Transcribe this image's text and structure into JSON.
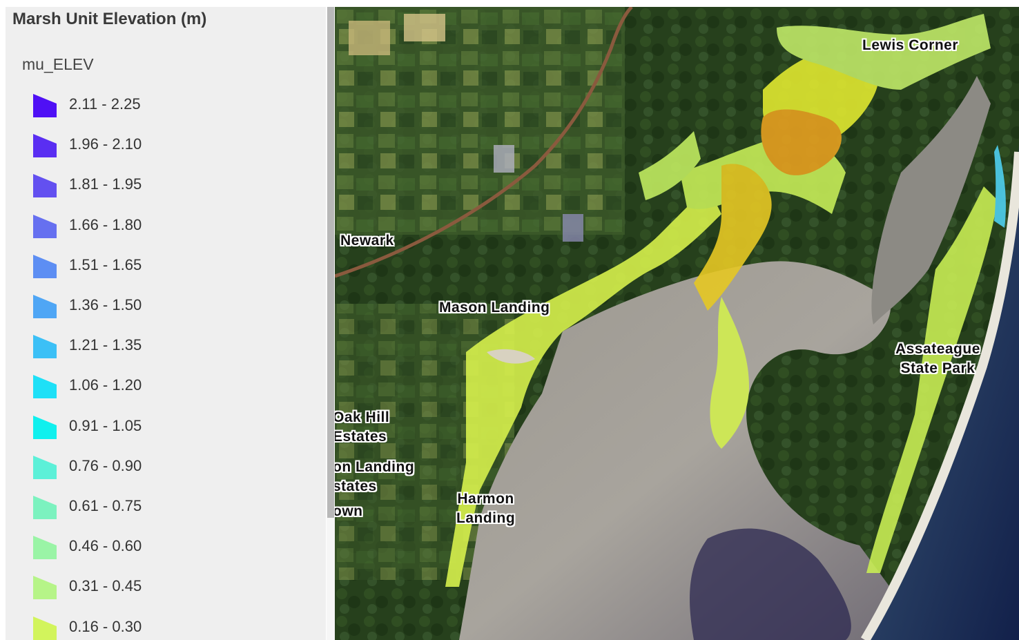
{
  "legend": {
    "title": "Marsh Unit Elevation (m)",
    "field": "mu_ELEV",
    "classes": [
      {
        "label": "2.11 - 2.25",
        "color": "#4f10f5"
      },
      {
        "label": "1.96 - 2.10",
        "color": "#5a2ef2"
      },
      {
        "label": "1.81 - 1.95",
        "color": "#6350f0"
      },
      {
        "label": "1.66 - 1.80",
        "color": "#6670f0"
      },
      {
        "label": "1.51 - 1.65",
        "color": "#5d8ef3"
      },
      {
        "label": "1.36 - 1.50",
        "color": "#4fa6f5"
      },
      {
        "label": "1.21 - 1.35",
        "color": "#3cc0f6"
      },
      {
        "label": "1.06 - 1.20",
        "color": "#1ee0f7"
      },
      {
        "label": "0.91 - 1.05",
        "color": "#10f0ee"
      },
      {
        "label": "0.76 - 0.90",
        "color": "#5cf0d8"
      },
      {
        "label": "0.61 - 0.75",
        "color": "#7cf2bf"
      },
      {
        "label": "0.46 - 0.60",
        "color": "#9af4a6"
      },
      {
        "label": "0.31 - 0.45",
        "color": "#b6f488"
      },
      {
        "label": "0.16 - 0.30",
        "color": "#d2f45c"
      }
    ]
  },
  "map": {
    "place_labels": [
      {
        "name": "label-lewis-corner",
        "lines": [
          "Lewis Corner"
        ]
      },
      {
        "name": "label-newark",
        "lines": [
          "Newark"
        ]
      },
      {
        "name": "label-mason-landing",
        "lines": [
          "Mason Landing"
        ]
      },
      {
        "name": "label-assateague-state-park",
        "lines": [
          "Assateague",
          "State Park"
        ]
      },
      {
        "name": "label-oak-hill-estates",
        "lines": [
          "Oak Hill",
          "Estates"
        ]
      },
      {
        "name": "label-landing-estates-partial",
        "lines": [
          "on Landing",
          "states"
        ]
      },
      {
        "name": "label-town-partial",
        "lines": [
          "own"
        ]
      },
      {
        "name": "label-harmon-landing",
        "lines": [
          "Harmon",
          "Landing"
        ]
      }
    ]
  }
}
